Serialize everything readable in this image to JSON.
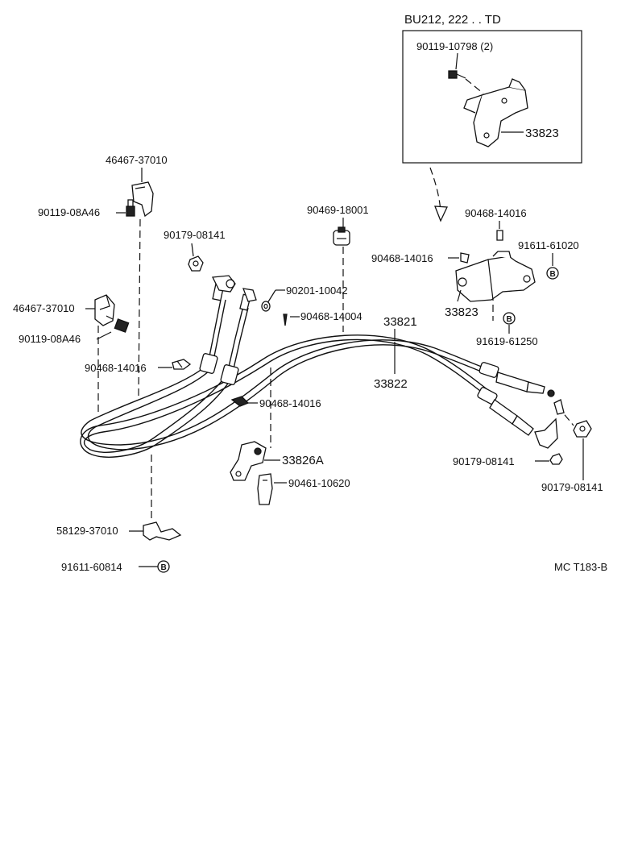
{
  "inset": {
    "title": "BU212, 222 . . TD",
    "part_bolt": "90119-10798 (2)",
    "part_bracket": "33823"
  },
  "labels": {
    "p46467_top": "46467-37010",
    "p90119_top": "90119-08A46",
    "p90179_left": "90179-08141",
    "p46467_mid": "46467-37010",
    "p90119_mid": "90119-08A46",
    "p90468_left": "90468-14016",
    "p90201": "90201-10042",
    "p90469": "90469-18001",
    "p90468_14004": "90468-14004",
    "p33821": "33821",
    "p33822": "33822",
    "p90468_center": "90468-14016",
    "p33826A": "33826A",
    "p90461": "90461-10620",
    "p90468_right_top": "90468-14016",
    "p91611_61020": "91611-61020",
    "p90468_right_mid": "90468-14016",
    "p33823_main": "33823",
    "p91619": "91619-61250",
    "p90179_right_a": "90179-08141",
    "p90179_right_b": "90179-08141",
    "p58129": "58129-37010",
    "p91611_60814": "91611-60814",
    "figure_code": "MC T183-B"
  },
  "badge_letter": "B",
  "colors": {
    "ink": "#111111",
    "paper": "#ffffff"
  }
}
